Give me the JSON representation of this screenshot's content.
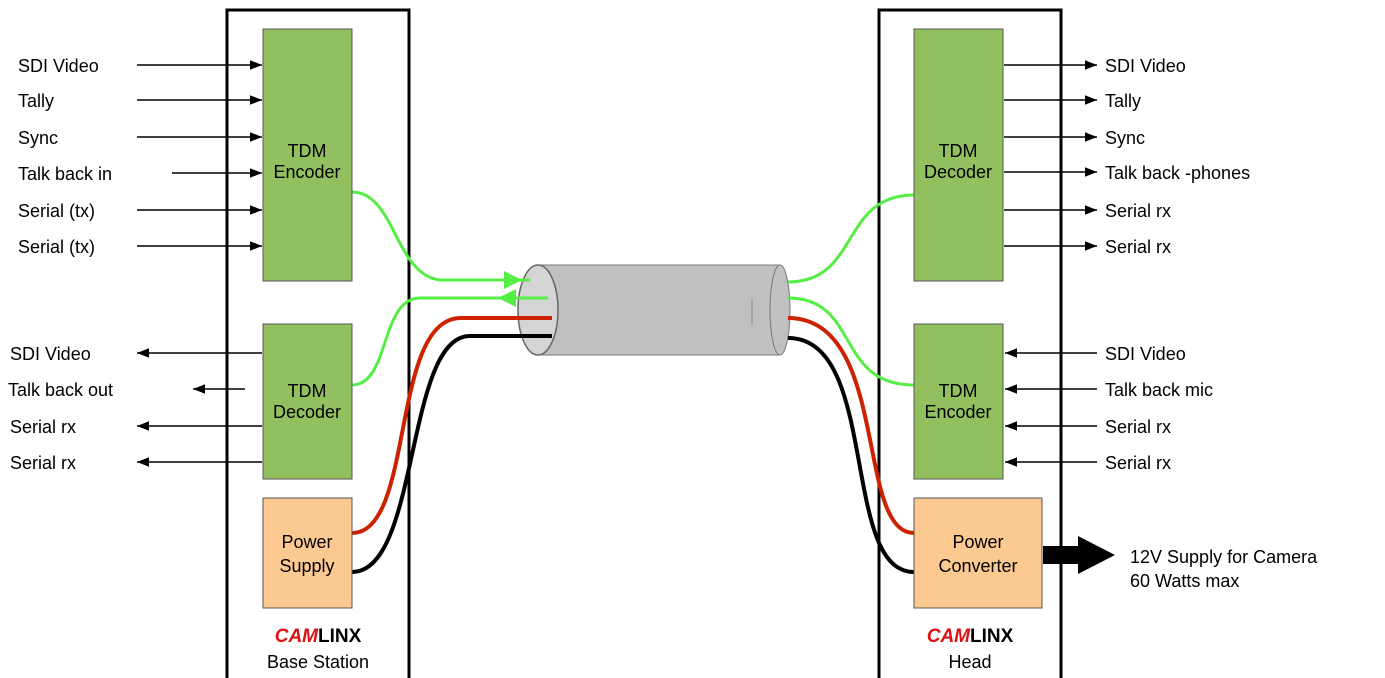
{
  "base_station": {
    "brand_red": "CAM",
    "brand_black": "LINX",
    "caption": "Base Station",
    "encoder": {
      "line1": "TDM",
      "line2": "Encoder"
    },
    "decoder": {
      "line1": "TDM",
      "line2": "Decoder"
    },
    "power": {
      "line1": "Power",
      "line2": "Supply"
    },
    "inputs": [
      "SDI Video",
      "Tally",
      "Sync",
      "Talk back in",
      "Serial (tx)",
      "Serial (tx)"
    ],
    "outputs": [
      "SDI Video",
      "Talk back out",
      "Serial rx",
      "Serial rx"
    ]
  },
  "head": {
    "brand_red": "CAM",
    "brand_black": "LINX",
    "caption": "Head",
    "decoder": {
      "line1": "TDM",
      "line2": "Decoder"
    },
    "encoder": {
      "line1": "TDM",
      "line2": "Encoder"
    },
    "power": {
      "line1": "Power",
      "line2": "Converter"
    },
    "outputs": [
      "SDI Video",
      "Tally",
      "Sync",
      "Talk back -phones",
      "Serial rx",
      "Serial rx"
    ],
    "inputs": [
      "SDI Video",
      "Talk back mic",
      "Serial rx",
      "Serial rx"
    ],
    "supply_line1": "12V Supply for Camera",
    "supply_line2": "60 Watts max"
  },
  "colors": {
    "block_green": "#92c05f",
    "block_peach": "#fcc991",
    "signal_green": "#55ee44",
    "power_red": "#cc2200",
    "power_black": "#000000",
    "cable_gray": "#c0c0c0",
    "brand_red": "#dd1111"
  }
}
